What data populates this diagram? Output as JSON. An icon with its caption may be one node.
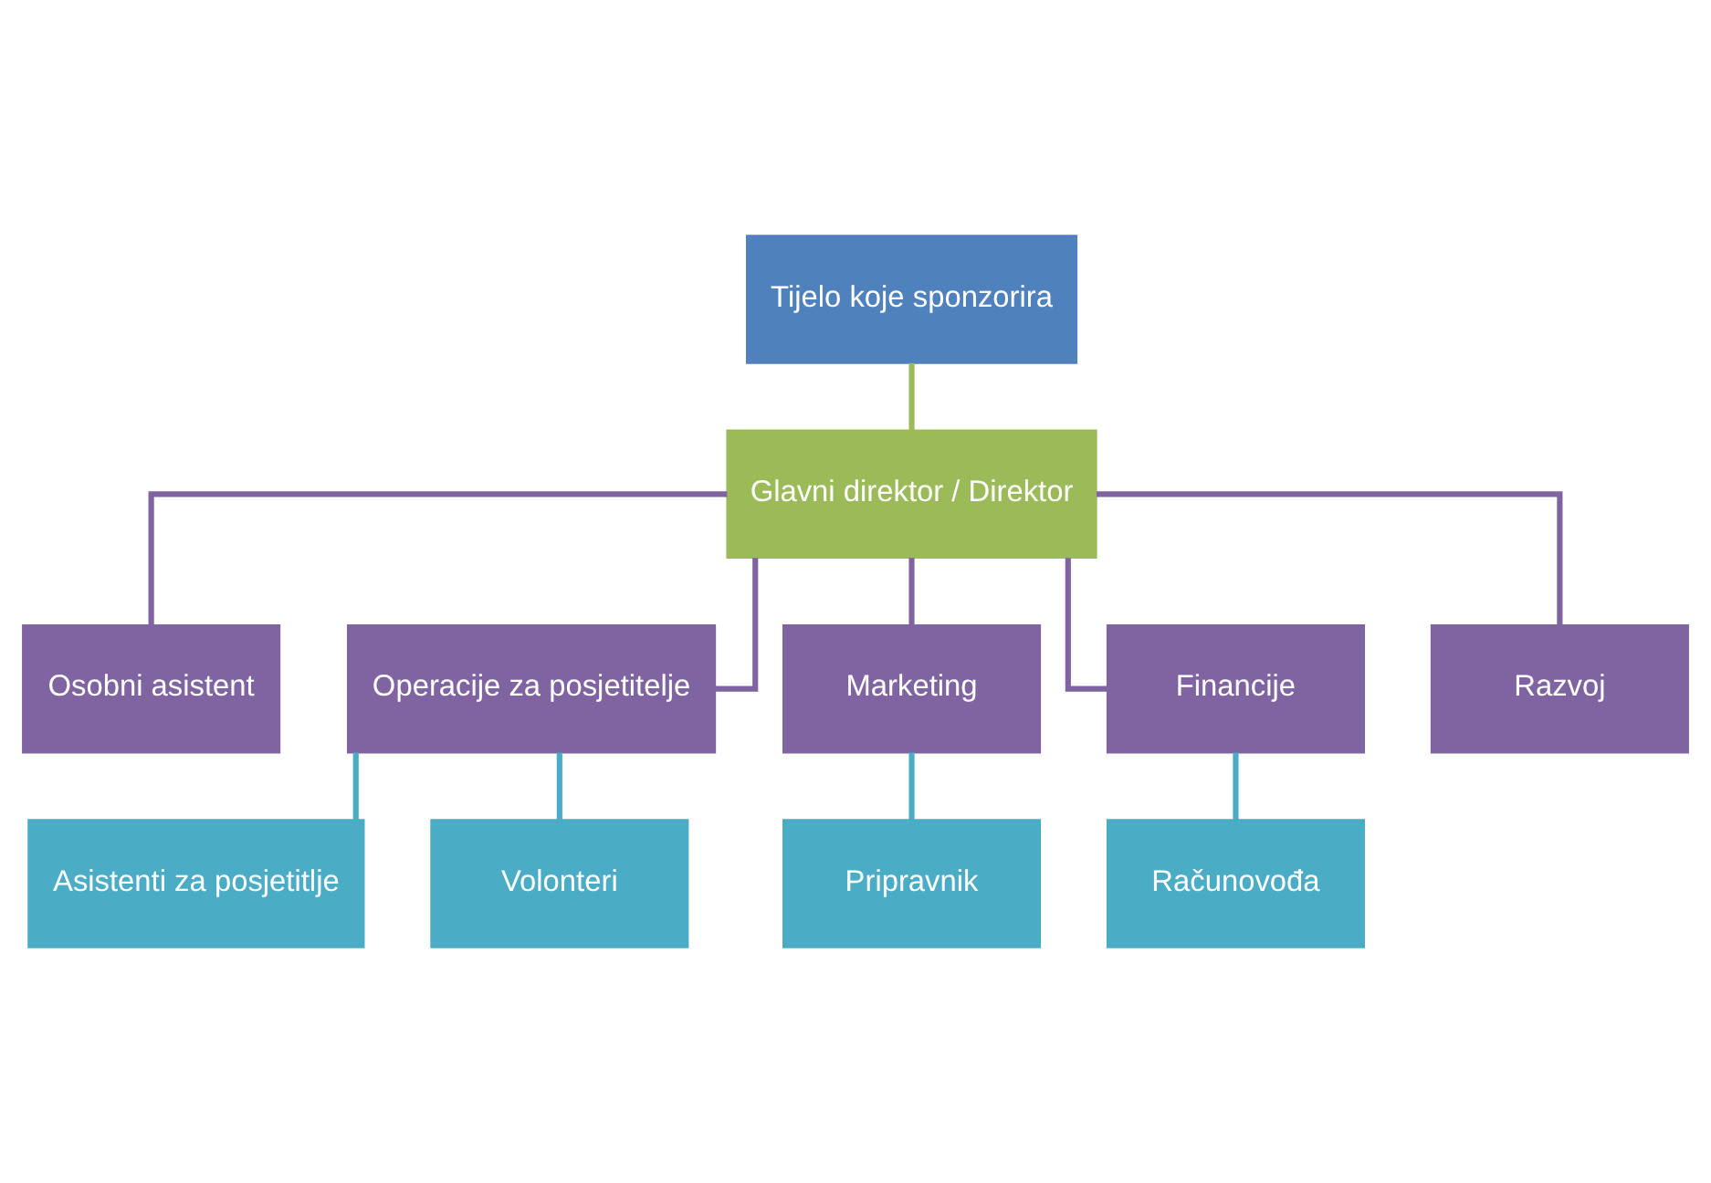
{
  "diagram": {
    "nodes": [
      {
        "text": [
          "Tijelo koje sponzorira"
        ]
      },
      {
        "text": [
          "Glavni direktor / Direktor"
        ]
      },
      {
        "text": [
          "Osobni asistent"
        ]
      },
      {
        "text": [
          "Operacije za posjetitelje"
        ]
      },
      {
        "text": [
          "Marketing"
        ]
      },
      {
        "text": [
          "Financije"
        ]
      },
      {
        "text": [
          "Razvoj"
        ]
      },
      {
        "text": [
          "Asistenti za posjetitlje"
        ]
      },
      {
        "text": [
          "Volonteri"
        ]
      },
      {
        "text": [
          "Pripravnik"
        ]
      },
      {
        "text": [
          "Računovođa"
        ]
      }
    ],
    "edges": [
      {
        "from": 0,
        "to": 1,
        "arrow": "none",
        "color": "#9bbb59"
      },
      {
        "from": 1,
        "to": 2,
        "arrow": "none",
        "color": "#8064a2"
      },
      {
        "from": 1,
        "to": 3,
        "arrow": "none",
        "color": "#8064a2"
      },
      {
        "from": 1,
        "to": 4,
        "arrow": "none",
        "color": "#8064a2"
      },
      {
        "from": 1,
        "to": 5,
        "arrow": "none",
        "color": "#8064a2"
      },
      {
        "from": 1,
        "to": 6,
        "arrow": "none",
        "color": "#8064a2"
      },
      {
        "from": 3,
        "to": 7,
        "arrow": "none",
        "color": "#4bacc6"
      },
      {
        "from": 3,
        "to": 8,
        "arrow": "none",
        "color": "#4bacc6"
      },
      {
        "from": 4,
        "to": 9,
        "arrow": "none",
        "color": "#4bacc6"
      },
      {
        "from": 5,
        "to": 10,
        "arrow": "none",
        "color": "#4bacc6"
      }
    ]
  }
}
